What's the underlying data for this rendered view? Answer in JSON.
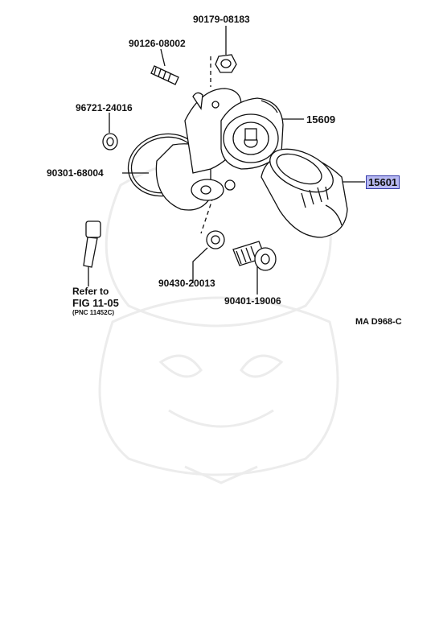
{
  "callouts": {
    "p90179": "90179-08183",
    "p90126": "90126-08002",
    "p96721": "96721-24016",
    "p15609": "15609",
    "p90301": "90301-68004",
    "p15601": "15601",
    "p90430": "90430-20013",
    "p90401": "90401-19006"
  },
  "refer": {
    "line1": "Refer to",
    "line2": "FIG 11-05",
    "line3": "(PNC 11452C)"
  },
  "diagram_code": "MA D968-C",
  "colors": {
    "highlight_fill": "#b7b9f2",
    "highlight_border": "#3338a8",
    "ink": "#111111"
  }
}
